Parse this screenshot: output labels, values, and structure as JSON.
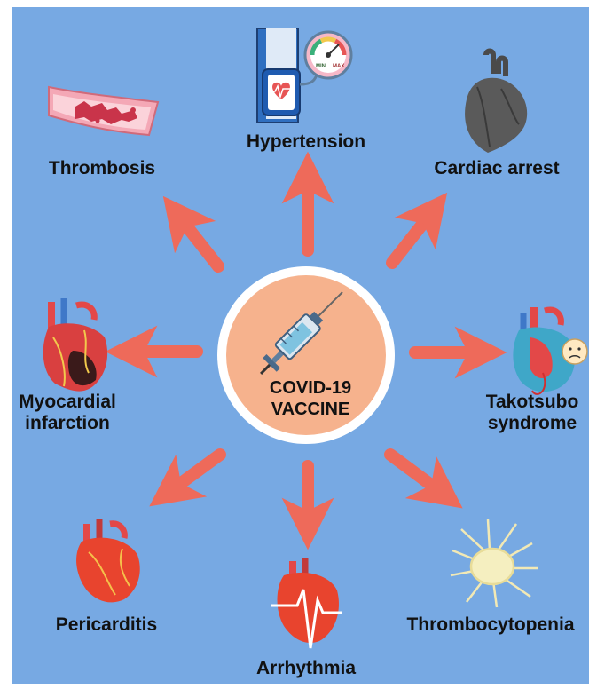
{
  "center": {
    "line1": "COVID-19",
    "line2": "VACCINE",
    "icon": "syringe-icon",
    "color": "#f6b28d"
  },
  "outcomes": {
    "hypertension": "Hypertension",
    "thrombosis": "Thrombosis",
    "cardiac_arrest": "Cardiac arrest",
    "myocardial_line1": "Myocardial",
    "myocardial_line2": "infarction",
    "takotsubo_line1": "Takotsubo",
    "takotsubo_line2": "syndrome",
    "pericarditis": "Pericarditis",
    "arrhythmia": "Arrhythmia",
    "thrombocytopenia": "Thrombocytopenia"
  },
  "gauge": {
    "min": "MIN",
    "max": "MAX"
  },
  "colors": {
    "background": "#77a9e3",
    "arrow": "#ee6a5a",
    "center_fill": "#f6b28d"
  }
}
